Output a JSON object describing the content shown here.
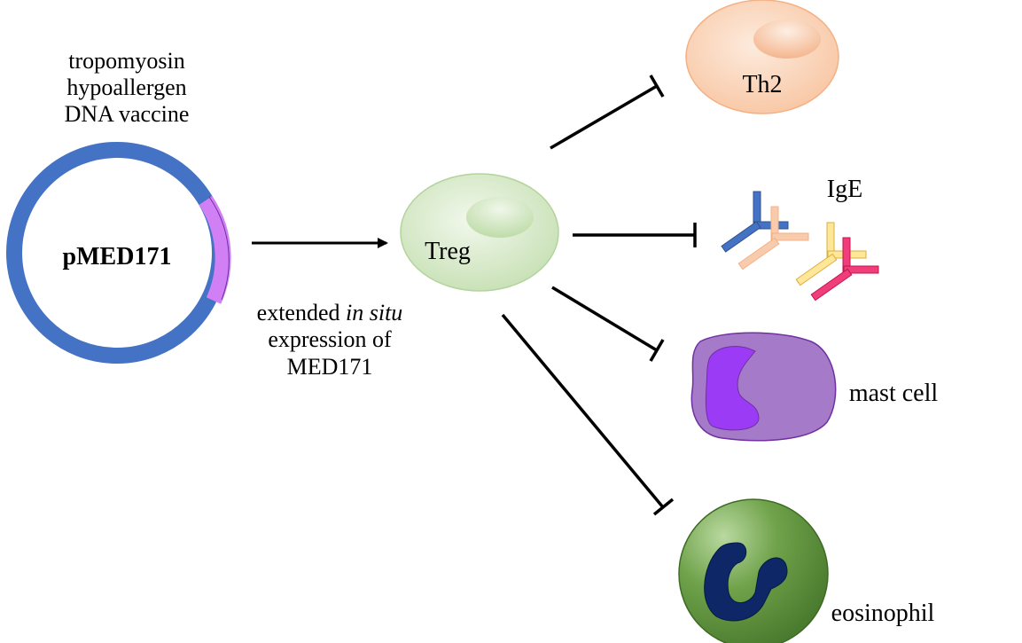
{
  "vaccine": {
    "title_lines": [
      "tropomyosin",
      "hypoallergen",
      "DNA vaccine"
    ],
    "plasmid_label": "pMED171"
  },
  "expression": {
    "line1_prefix": "extended ",
    "line1_italic": "in situ",
    "line2": "expression of",
    "line3": "MED171"
  },
  "cells": {
    "treg": "Treg",
    "th2": "Th2",
    "ige": "IgE",
    "mast_cell": "mast cell",
    "eosinophil": "eosinophil"
  },
  "colors": {
    "plasmid_ring": "#4472C4",
    "plasmid_insert": "#D17FF5",
    "treg": "#C6E0B4",
    "th2": "#F8CBAD",
    "mast_cell": "#A57BC9",
    "mast_nucleus": "#9B3BF5",
    "eosinophil": "#5A8A3A",
    "eos_nucleus": "#0E2766",
    "ige_blue": "#4472C4",
    "ige_peach": "#F4B183",
    "ige_yellow": "#FFD966",
    "ige_pink": "#E8306E"
  },
  "icons": [
    "arrow-activation",
    "inhibition-arrow"
  ]
}
